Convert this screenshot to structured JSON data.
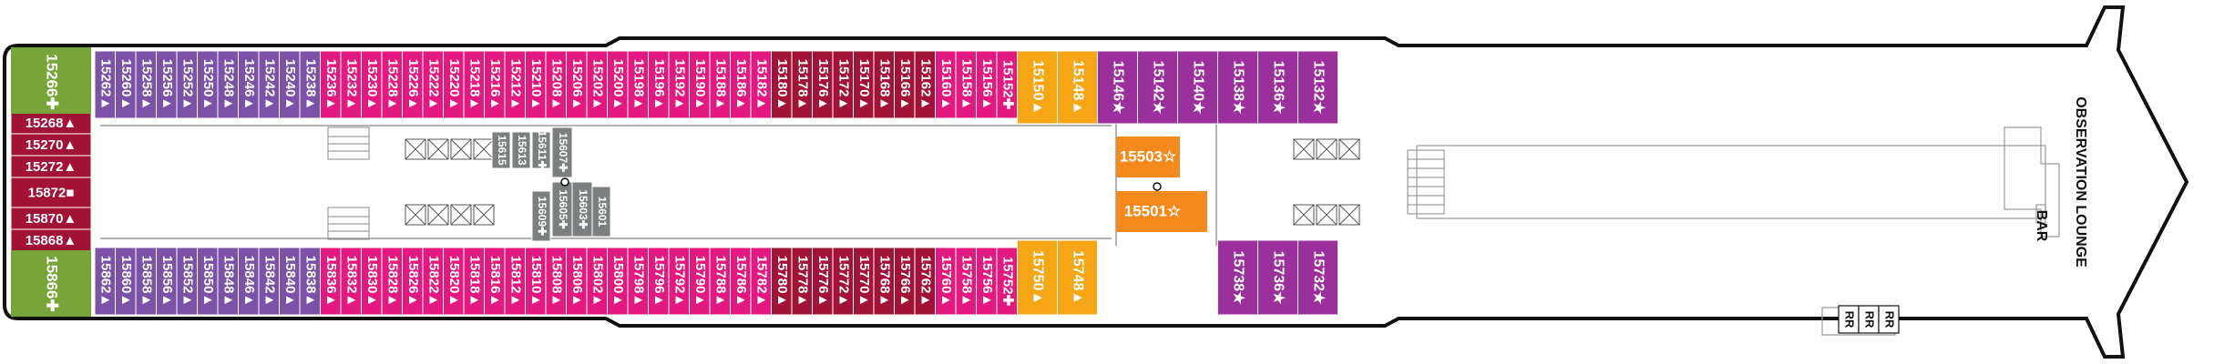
{
  "colors": {
    "purple": "#7b52a8",
    "pink": "#e3197f",
    "maroon": "#a21237",
    "darkred": "#a51134",
    "orange_yellow": "#f6a615",
    "orange": "#f48a1c",
    "violet_suite": "#9b2f9b",
    "green": "#77a53a",
    "gray": "#7c7f80",
    "hull": "#111111"
  },
  "forward_blocks": {
    "top": "15266✚",
    "bottom": "15866✚"
  },
  "aft_stack": [
    "15268▲",
    "15270▲",
    "15272▲",
    "15872■",
    "15870▲",
    "15868▲"
  ],
  "top_row": [
    {
      "label": "15262▲",
      "c": "purple"
    },
    {
      "label": "15260▲",
      "c": "purple"
    },
    {
      "label": "15258▲",
      "c": "purple"
    },
    {
      "label": "15256▲",
      "c": "purple"
    },
    {
      "label": "15252▲",
      "c": "purple"
    },
    {
      "label": "15250▲",
      "c": "purple"
    },
    {
      "label": "15248▲",
      "c": "purple"
    },
    {
      "label": "15246▲",
      "c": "purple"
    },
    {
      "label": "15242▲",
      "c": "purple"
    },
    {
      "label": "15240▲",
      "c": "purple"
    },
    {
      "label": "15238▲",
      "c": "purple"
    },
    {
      "label": "15236▲",
      "c": "pink"
    },
    {
      "label": "15232▲",
      "c": "pink"
    },
    {
      "label": "15230▲",
      "c": "pink"
    },
    {
      "label": "15228▲",
      "c": "pink"
    },
    {
      "label": "15226▲",
      "c": "pink"
    },
    {
      "label": "15222▲",
      "c": "pink"
    },
    {
      "label": "15220▲",
      "c": "pink"
    },
    {
      "label": "15218▲",
      "c": "pink"
    },
    {
      "label": "15216▲",
      "c": "pink"
    },
    {
      "label": "15212▲",
      "c": "pink"
    },
    {
      "label": "15210▲",
      "c": "pink"
    },
    {
      "label": "15208▲",
      "c": "pink"
    },
    {
      "label": "15206▲",
      "c": "pink"
    },
    {
      "label": "15202▲",
      "c": "pink"
    },
    {
      "label": "15200▲",
      "c": "pink"
    },
    {
      "label": "15198▲",
      "c": "pink"
    },
    {
      "label": "15196▲",
      "c": "pink"
    },
    {
      "label": "15192▲",
      "c": "pink"
    },
    {
      "label": "15190▲",
      "c": "pink"
    },
    {
      "label": "15188▲",
      "c": "pink"
    },
    {
      "label": "15186▲",
      "c": "pink"
    },
    {
      "label": "15182▲",
      "c": "pink"
    },
    {
      "label": "15180▲",
      "c": "maroon"
    },
    {
      "label": "15178▲",
      "c": "maroon"
    },
    {
      "label": "15176▲",
      "c": "maroon"
    },
    {
      "label": "15172▲",
      "c": "maroon"
    },
    {
      "label": "15170▲",
      "c": "maroon"
    },
    {
      "label": "15168▲",
      "c": "maroon"
    },
    {
      "label": "15166▲",
      "c": "maroon"
    },
    {
      "label": "15162▲",
      "c": "maroon"
    },
    {
      "label": "15160▲",
      "c": "pink"
    },
    {
      "label": "15158▲",
      "c": "pink"
    },
    {
      "label": "15156▲",
      "c": "pink"
    },
    {
      "label": "15152✚",
      "c": "pink"
    }
  ],
  "bottom_row": [
    {
      "label": "15862▲",
      "c": "purple"
    },
    {
      "label": "15860▲",
      "c": "purple"
    },
    {
      "label": "15858▲",
      "c": "purple"
    },
    {
      "label": "15856▲",
      "c": "purple"
    },
    {
      "label": "15852▲",
      "c": "purple"
    },
    {
      "label": "15850▲",
      "c": "purple"
    },
    {
      "label": "15848▲",
      "c": "purple"
    },
    {
      "label": "15846▲",
      "c": "purple"
    },
    {
      "label": "15842▲",
      "c": "purple"
    },
    {
      "label": "15840▲",
      "c": "purple"
    },
    {
      "label": "15838▲",
      "c": "purple"
    },
    {
      "label": "15836▲",
      "c": "pink"
    },
    {
      "label": "15832▲",
      "c": "pink"
    },
    {
      "label": "15830▲",
      "c": "pink"
    },
    {
      "label": "15828▲",
      "c": "pink"
    },
    {
      "label": "15826▲",
      "c": "pink"
    },
    {
      "label": "15822▲",
      "c": "pink"
    },
    {
      "label": "15820▲",
      "c": "pink"
    },
    {
      "label": "15818▲",
      "c": "pink"
    },
    {
      "label": "15816▲",
      "c": "pink"
    },
    {
      "label": "15812▲",
      "c": "pink"
    },
    {
      "label": "15810▲",
      "c": "pink"
    },
    {
      "label": "15808▲",
      "c": "pink"
    },
    {
      "label": "15806▲",
      "c": "pink"
    },
    {
      "label": "15802▲",
      "c": "pink"
    },
    {
      "label": "15800▲",
      "c": "pink"
    },
    {
      "label": "15798▲",
      "c": "pink"
    },
    {
      "label": "15796▲",
      "c": "pink"
    },
    {
      "label": "15792▲",
      "c": "pink"
    },
    {
      "label": "15790▲",
      "c": "pink"
    },
    {
      "label": "15788▲",
      "c": "pink"
    },
    {
      "label": "15786▲",
      "c": "pink"
    },
    {
      "label": "15782▲",
      "c": "pink"
    },
    {
      "label": "15780▲",
      "c": "maroon"
    },
    {
      "label": "15778▲",
      "c": "maroon"
    },
    {
      "label": "15776▲",
      "c": "maroon"
    },
    {
      "label": "15772▲",
      "c": "maroon"
    },
    {
      "label": "15770▲",
      "c": "maroon"
    },
    {
      "label": "15768▲",
      "c": "maroon"
    },
    {
      "label": "15766▲",
      "c": "maroon"
    },
    {
      "label": "15762▲",
      "c": "maroon"
    },
    {
      "label": "15760▲",
      "c": "pink"
    },
    {
      "label": "15758▲",
      "c": "pink"
    },
    {
      "label": "15756▲",
      "c": "pink"
    },
    {
      "label": "15752✚",
      "c": "pink"
    }
  ],
  "wide_top": [
    {
      "label": "15150▲",
      "c": "orange_yellow"
    },
    {
      "label": "15148▲",
      "c": "orange_yellow"
    },
    {
      "label": "15146★",
      "c": "violet_suite"
    },
    {
      "label": "15142★",
      "c": "violet_suite"
    },
    {
      "label": "15140★",
      "c": "violet_suite"
    },
    {
      "label": "15138★",
      "c": "violet_suite"
    },
    {
      "label": "15136★",
      "c": "violet_suite"
    },
    {
      "label": "15132★",
      "c": "violet_suite"
    }
  ],
  "wide_bottom": [
    {
      "label": "15750▲",
      "c": "orange_yellow"
    },
    {
      "label": "15748▲",
      "c": "orange_yellow"
    },
    {
      "label": "15738★",
      "c": "violet_suite"
    },
    {
      "label": "15736★",
      "c": "violet_suite"
    },
    {
      "label": "15732★",
      "c": "violet_suite"
    }
  ],
  "center_gray": [
    "15615",
    "15613",
    "15611✚",
    "15609✚",
    "15607✚",
    "15605✚",
    "15603✚",
    "15601"
  ],
  "center_orange": [
    "15503☆",
    "15501☆"
  ],
  "labels": {
    "observation_lounge": "OBSERVATION LOUNGE",
    "bar": "BAR",
    "rr": "RR"
  }
}
